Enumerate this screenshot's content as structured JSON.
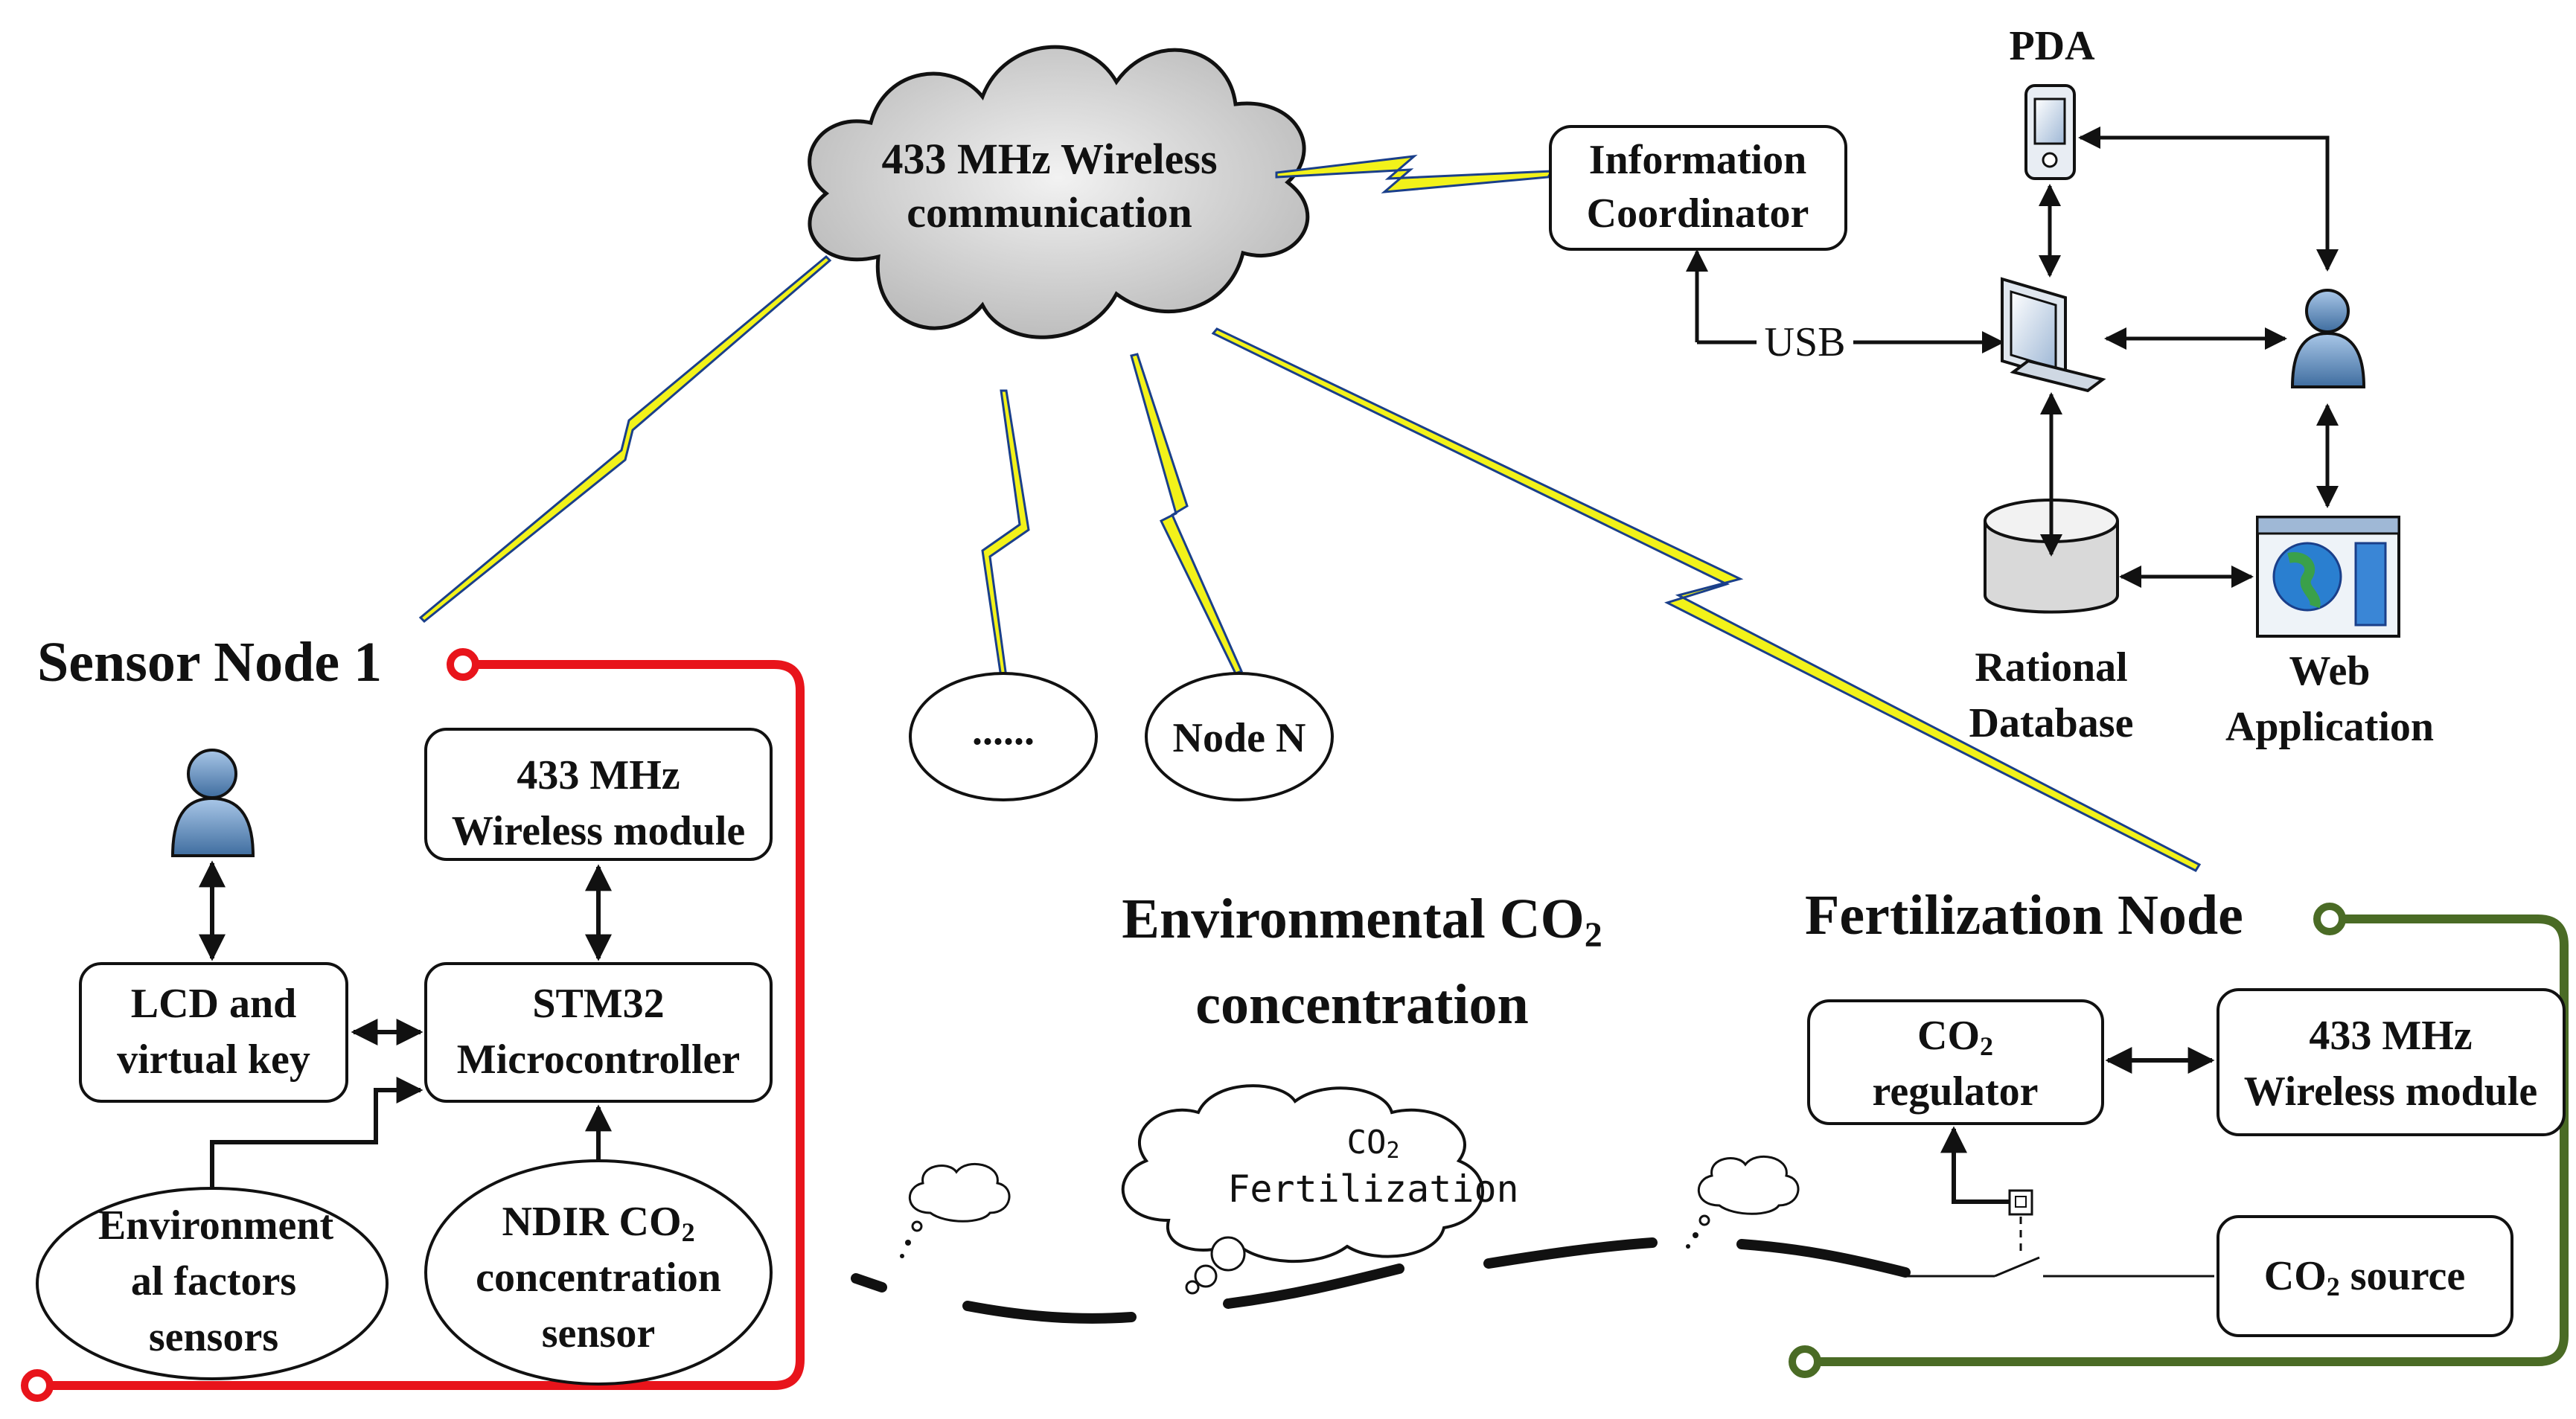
{
  "cloud": {
    "line1": "433 MHz Wireless",
    "line2": "communication"
  },
  "coordinator": {
    "line1": "Information",
    "line2": "Coordinator"
  },
  "usb_label": "USB",
  "pda_label": "PDA",
  "database": {
    "line1": "Rational",
    "line2": "Database"
  },
  "web_app": {
    "line1": "Web",
    "line2": "Application"
  },
  "dots_node": "......",
  "node_n": "Node N",
  "sensor_node": {
    "title": "Sensor Node 1",
    "wireless": {
      "line1": "433 MHz",
      "line2": "Wireless module"
    },
    "mcu": {
      "line1": "STM32",
      "line2": "Microcontroller"
    },
    "lcd": {
      "line1": "LCD and",
      "line2": "virtual key"
    },
    "env_sensors": {
      "line1": "Environment",
      "line2": "al factors",
      "line3": "sensors"
    },
    "ndir": {
      "line1": "NDIR CO",
      "line1_sub": "2",
      "line2": "concentration",
      "line3": "sensor"
    }
  },
  "env_co2": {
    "line1": "Environmental CO",
    "line1_sub": "2",
    "line2": "concentration"
  },
  "fert_cloud": {
    "line1": "CO",
    "line1_sub": "2",
    "line2": "Fertilization"
  },
  "fert_node": {
    "title": "Fertilization Node",
    "regulator": {
      "line1": "CO",
      "line1_sub": "2",
      "line2": "regulator"
    },
    "wireless": {
      "line1": "433 MHz",
      "line2": "Wireless module"
    },
    "source": {
      "text": "CO",
      "sub": "2",
      "text2": " source"
    }
  },
  "colors": {
    "sensor_loop": "#e8141b",
    "fert_loop": "#4a6b25",
    "bolt_fill": "#f2f21a",
    "bolt_edge": "#1a3f8a",
    "person": "#5b86b8",
    "cloud_fill": "#d4d4d4"
  }
}
